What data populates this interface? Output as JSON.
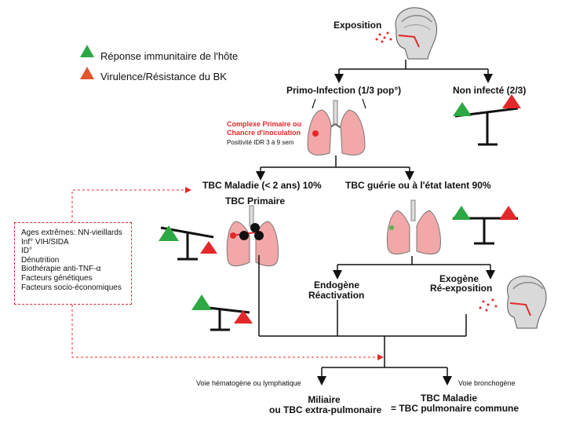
{
  "legend": {
    "host_response": "Réponse immunitaire de l'hôte",
    "virulence": "Virulence/Résistance du BK",
    "host_color": "#2ea845",
    "virulence_color": "#e2552f"
  },
  "nodes": {
    "exposition": "Exposition",
    "primo_infection": "Primo-Infection (1/3 pop°)",
    "non_infecte": "Non infecté (2/3)",
    "complexe_line1": "Complexe Primaire ou",
    "complexe_line2": "Chancre d'inoculation",
    "positivite": "Positivité IDR 3 à 9 sem",
    "tbc_maladie": "TBC Maladie (< 2 ans) 10%",
    "tbc_primaire": "TBC Primaire",
    "tbc_guerie": "TBC guérie ou à l'état latent 90%",
    "endogene": "Endogène",
    "reactivation": "Réactivation",
    "exogene": "Exogène",
    "reexposition": "Ré-exposition",
    "voie_hematogene": "Voie hématogène ou lymphatique",
    "voie_bronchogene": "Voie bronchogène",
    "miliaire": "Miliaire",
    "tbc_extra": "ou TBC extra-pulmonaire",
    "tbc_maladie2": "TBC Maladie",
    "tbc_pulmonaire": "= TBC pulmonaire commune"
  },
  "risk_factors": [
    "Ages extrêmes: NN-vieillards",
    "Inf° VIH/SIDA",
    "ID°",
    "Dénutrition",
    "Biothérapie anti-TNF-α",
    "Facteurs génétiques",
    "Facteurs socio-économiques"
  ]
}
